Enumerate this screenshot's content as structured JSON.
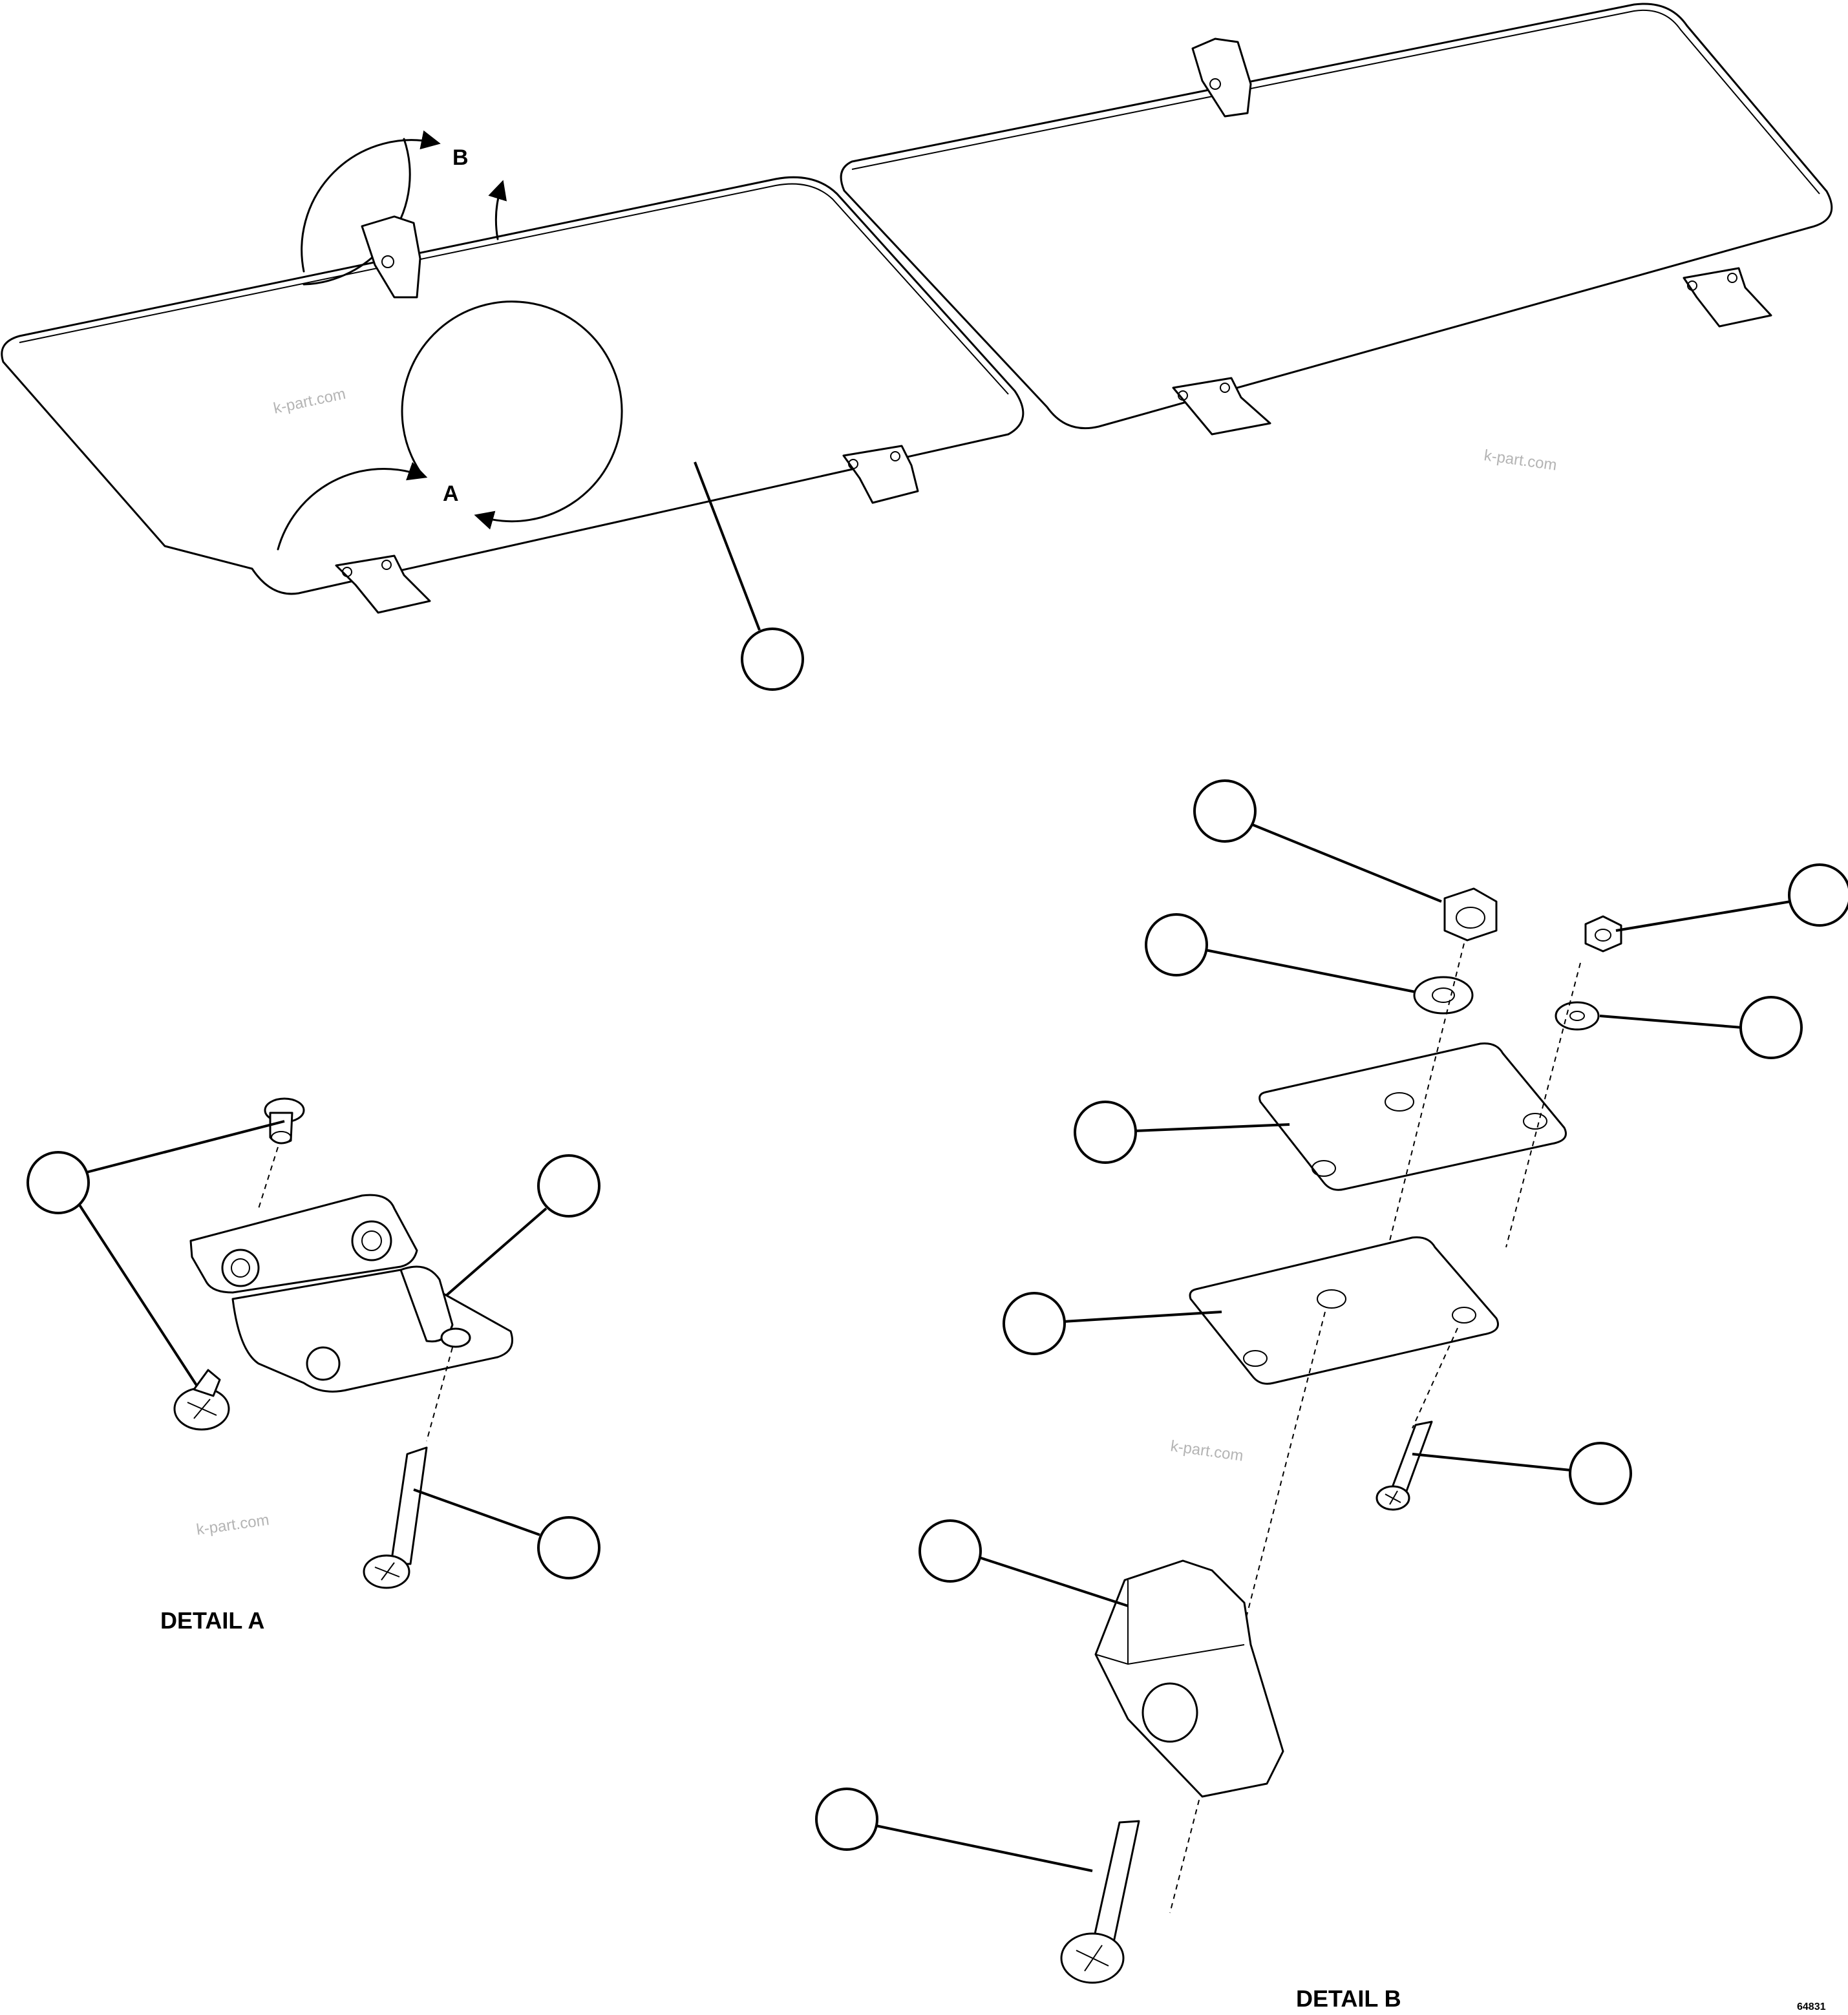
{
  "callouts": {
    "view_a": "A",
    "view_b": "B"
  },
  "captions": {
    "detail_a": "DETAIL A",
    "detail_b": "DETAIL B"
  },
  "watermarks": [
    "k-part.com",
    "k-part.com",
    "k-part.com",
    "k-part.com"
  ],
  "drawing_number": "64831"
}
